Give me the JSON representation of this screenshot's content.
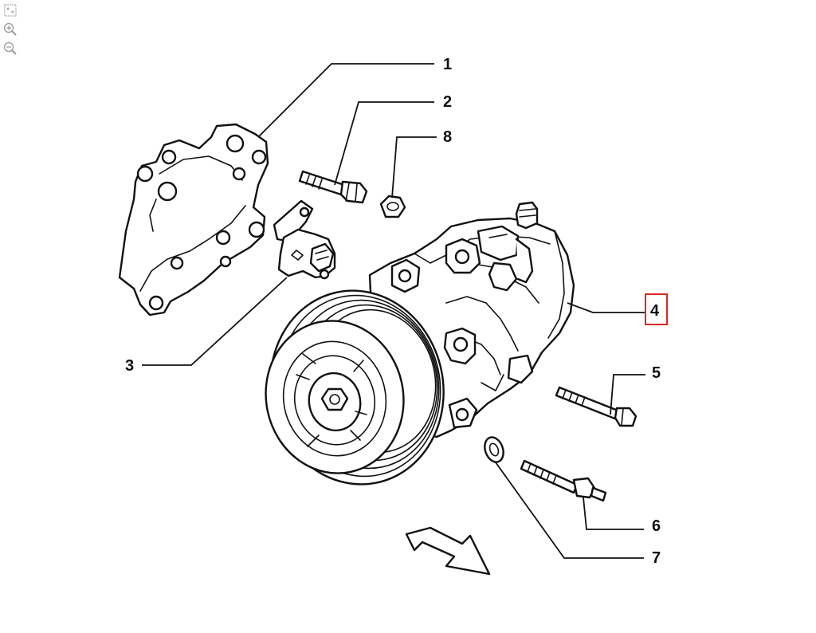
{
  "toolbar": {
    "fit_icon": "fit-to-window-icon",
    "zoom_in_icon": "zoom-in-icon",
    "zoom_out_icon": "zoom-out-icon"
  },
  "callouts": [
    {
      "id": "1",
      "label": "1",
      "part": "bracket-plate"
    },
    {
      "id": "2",
      "label": "2",
      "part": "bolt"
    },
    {
      "id": "8",
      "label": "8",
      "part": "nut"
    },
    {
      "id": "3",
      "label": "3",
      "part": "connector-bracket"
    },
    {
      "id": "4",
      "label": "4",
      "part": "compressor",
      "highlighted": true
    },
    {
      "id": "5",
      "label": "5",
      "part": "long-bolt"
    },
    {
      "id": "6",
      "label": "6",
      "part": "stud"
    },
    {
      "id": "7",
      "label": "7",
      "part": "washer"
    }
  ],
  "colors": {
    "line": "#111111",
    "highlight": "#d9271e",
    "toolbar_icon": "#9a9a9a"
  }
}
